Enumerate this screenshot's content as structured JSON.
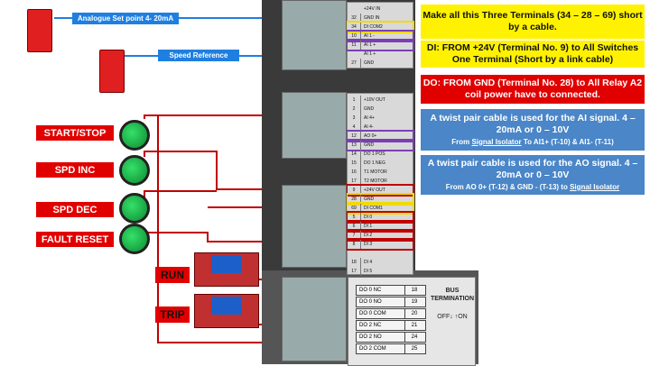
{
  "signals": {
    "analogue_setpoint": "Analogue Set point 4- 20mA",
    "speed_reference": "Speed Reference"
  },
  "buttons": {
    "start_stop": "START/STOP",
    "spd_inc": "SPD INC",
    "spd_dec": "SPD DEC",
    "fault_reset": "FAULT RESET"
  },
  "relays": {
    "run": "RUN",
    "trip": "TRIP"
  },
  "terminals_top": [
    {
      "num": "",
      "name": "+24V IN"
    },
    {
      "num": "32",
      "name": "GND IN"
    },
    {
      "num": "34",
      "name": "DI COM2"
    },
    {
      "num": "10",
      "name": "AI 1 -"
    },
    {
      "num": "11",
      "name": "AI 1 +"
    },
    {
      "num": "",
      "name": "AI 1 +"
    },
    {
      "num": "27",
      "name": "GND"
    }
  ],
  "terminals_mid": [
    {
      "num": "1",
      "name": "+10V OUT"
    },
    {
      "num": "2",
      "name": "GND"
    },
    {
      "num": "3",
      "name": "AI 4+"
    },
    {
      "num": "4",
      "name": "AI 4-"
    },
    {
      "num": "12",
      "name": "AO 0+"
    },
    {
      "num": "13",
      "name": "GND"
    },
    {
      "num": "14",
      "name": "DO 1 POS"
    },
    {
      "num": "15",
      "name": "DO 1 NEG"
    },
    {
      "num": "16",
      "name": "T1 MOTOR"
    },
    {
      "num": "17",
      "name": "T2 MOTOR"
    },
    {
      "num": "9",
      "name": "+24V OUT"
    },
    {
      "num": "28",
      "name": "GND"
    },
    {
      "num": "69",
      "name": "DI COM1"
    },
    {
      "num": "5",
      "name": "DI 0"
    },
    {
      "num": "6",
      "name": "DI 1"
    },
    {
      "num": "7",
      "name": "DI 2"
    },
    {
      "num": "8",
      "name": "DI 3"
    },
    {
      "num": "",
      "name": ""
    },
    {
      "num": "18",
      "name": "DI 4"
    },
    {
      "num": "17",
      "name": "DI 5"
    }
  ],
  "bus": {
    "rows": [
      {
        "name": "DO 0 NC",
        "num": "18"
      },
      {
        "name": "DO 0 NO",
        "num": "19"
      },
      {
        "name": "DO 0 COM",
        "num": "20"
      },
      {
        "name": "DO 2 NC",
        "num": "21"
      },
      {
        "name": "DO 2 NO",
        "num": "24"
      },
      {
        "name": "DO 2 COM",
        "num": "25"
      }
    ],
    "termination_title": "BUS TERMINATION",
    "switch_label": "OFF↓ ↑ON"
  },
  "notes": {
    "n1": "Make all this Three Terminals (34 – 28 – 69) short by a cable.",
    "n2": "DI: FROM +24V (Terminal No. 9) to All Switches One Terminal (Short by a link cable)",
    "n3": "DO: FROM GND (Terminal No. 28) to All Relay A2 coil power have to connected.",
    "n4_main": "A twist pair cable is used for the AI signal. 4 – 20mA or 0 – 10V",
    "n4_a": "From ",
    "n4_link": "Signal Isolator",
    "n4_b": " To AI1+ (T-10) & AI1- (T-11)",
    "n5_main": "A twist pair cable is used for the AO signal. 4 – 20mA or 0 – 10V",
    "n5_a": "From AO 0+ (T-12) & GND - (T-13) to ",
    "n5_link": "Signal Isolator"
  },
  "colors": {
    "wire_red": "#c00000",
    "wire_blue": "#1f7fe0",
    "wire_yellow": "#f2d900",
    "wire_purple": "#7b3fb5"
  }
}
